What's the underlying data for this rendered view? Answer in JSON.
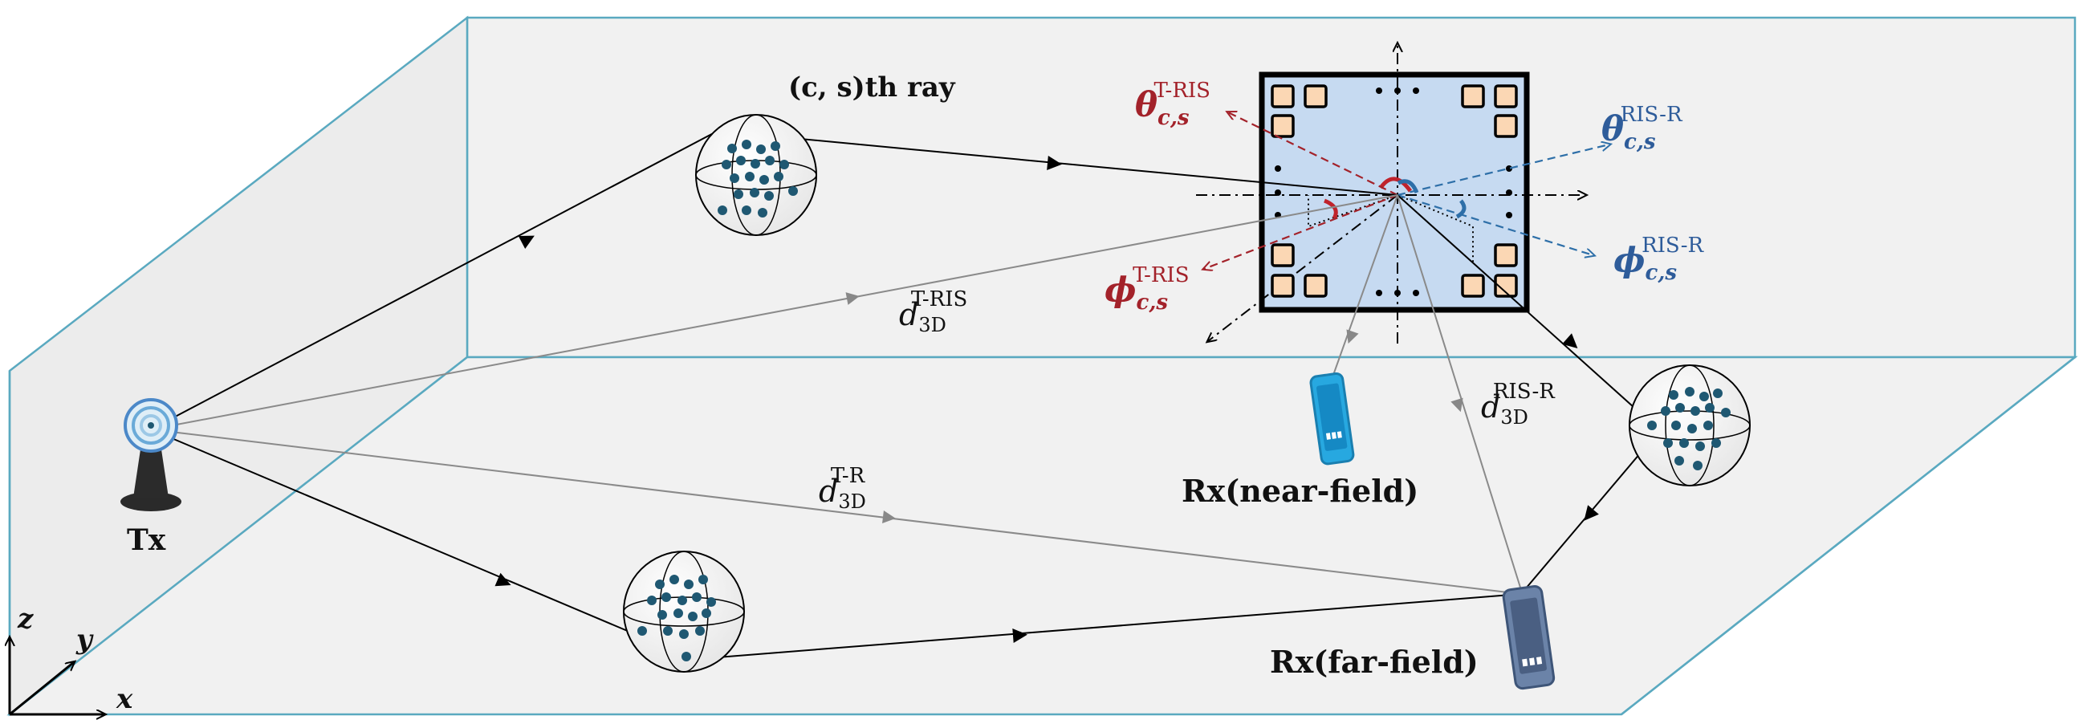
{
  "labels": {
    "ray": "(c, s)th ray",
    "tx": "Tx",
    "rx_near": "Rx(near-field)",
    "rx_far": "Rx(far-field)",
    "d_t_ris_base": "d",
    "d_t_ris_sub": "3D",
    "d_t_ris_sup": "T-RIS",
    "d_ris_r_base": "d",
    "d_ris_r_sub": "3D",
    "d_ris_r_sup": "RIS-R",
    "d_t_r_base": "d",
    "d_t_r_sub": "3D",
    "d_t_r_sup": "T-R",
    "theta_t_ris_base": "θ",
    "theta_t_ris_sub": "c,s",
    "theta_t_ris_sup": "T-RIS",
    "phi_t_ris_base": "ϕ",
    "phi_t_ris_sub": "c,s",
    "phi_t_ris_sup": "T-RIS",
    "theta_ris_r_base": "θ",
    "theta_ris_r_sub": "c,s",
    "theta_ris_r_sup": "RIS-R",
    "phi_ris_r_base": "ϕ",
    "phi_ris_r_sub": "c,s",
    "phi_ris_r_sup": "RIS-R",
    "axis_x": "x",
    "axis_y": "y",
    "axis_z": "z"
  },
  "colors": {
    "room_edge": "#5aa9c0",
    "room_fill": "#f1f1f1",
    "ris_fill": "#c6daf1",
    "element_fill": "#fbd7b4",
    "red": "#a3222a",
    "blue": "#2e6fa8",
    "cluster_dot": "#1f5872",
    "gray_ray": "#8a8a8a"
  },
  "icons": [
    "antenna-icon",
    "phone-icon",
    "phone-icon",
    "ris-panel-icon",
    "scatterer-sphere-icon"
  ]
}
